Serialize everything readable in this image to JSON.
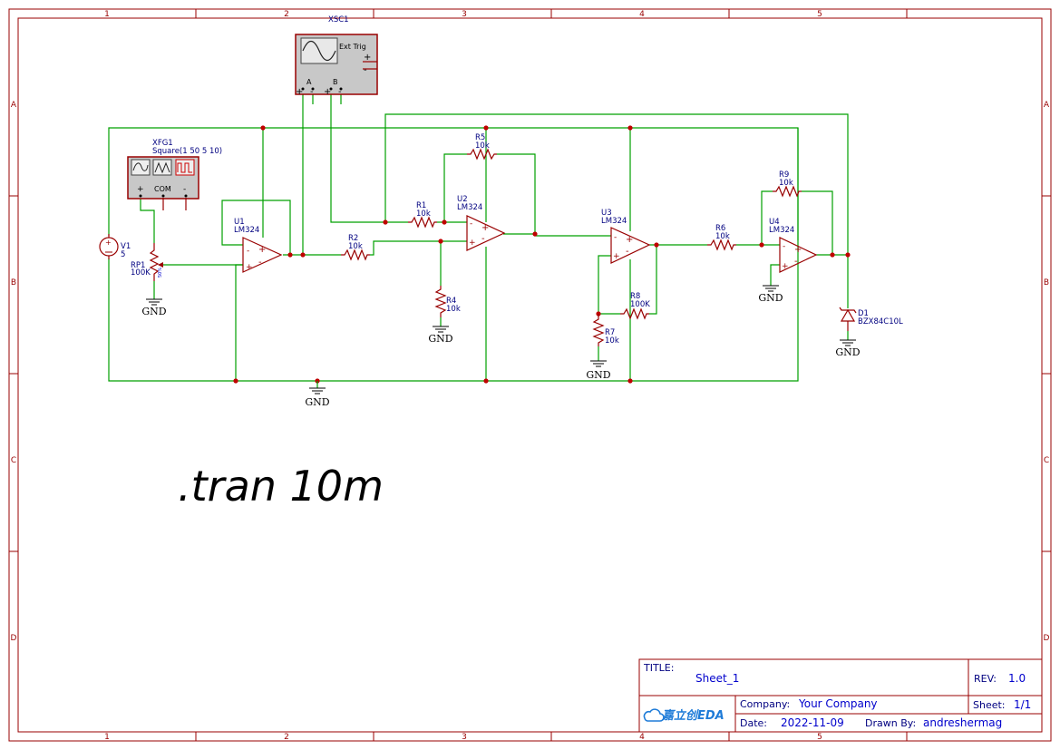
{
  "border": {
    "columns": [
      "1",
      "2",
      "3",
      "4",
      "5"
    ],
    "rows": [
      "A",
      "B",
      "C",
      "D"
    ]
  },
  "instruments": {
    "oscilloscope": {
      "ref": "XSC1",
      "ext_trig": "Ext Trig",
      "ch_a": "A",
      "ch_b": "B"
    },
    "function_generator": {
      "ref": "XFG1",
      "value": "Square(1 50 5 10)",
      "plus": "+",
      "com": "COM",
      "minus": "-"
    }
  },
  "components": {
    "V1": {
      "ref": "V1",
      "value": "5"
    },
    "RP1": {
      "ref": "RP1",
      "value": "100K",
      "wiper": "50%"
    },
    "U1": {
      "ref": "U1",
      "value": "LM324"
    },
    "U2": {
      "ref": "U2",
      "value": "LM324"
    },
    "U3": {
      "ref": "U3",
      "value": "LM324"
    },
    "U4": {
      "ref": "U4",
      "value": "LM324"
    },
    "R1": {
      "ref": "R1",
      "value": "10k"
    },
    "R2": {
      "ref": "R2",
      "value": "10k"
    },
    "R4": {
      "ref": "R4",
      "value": "10k"
    },
    "R5": {
      "ref": "R5",
      "value": "10k"
    },
    "R6": {
      "ref": "R6",
      "value": "10k"
    },
    "R7": {
      "ref": "R7",
      "value": "10k"
    },
    "R8": {
      "ref": "R8",
      "value": "100K"
    },
    "R9": {
      "ref": "R9",
      "value": "10k"
    },
    "D1": {
      "ref": "D1",
      "value": "BZX84C10L"
    }
  },
  "gnd_label": "GND",
  "directive": ".tran 10m",
  "title_block": {
    "title_label": "TITLE:",
    "title": "Sheet_1",
    "rev_label": "REV:",
    "rev": "1.0",
    "logo": "嘉立创EDA",
    "company_label": "Company:",
    "company": "Your Company",
    "sheet_label": "Sheet:",
    "sheet": "1/1",
    "date_label": "Date:",
    "date": "2022-11-09",
    "drawn_label": "Drawn By:",
    "drawn_by": "andreshermag"
  },
  "colors": {
    "frame": "#990000",
    "wire": "#00a000",
    "label": "#000080",
    "junction": "#c00000"
  }
}
